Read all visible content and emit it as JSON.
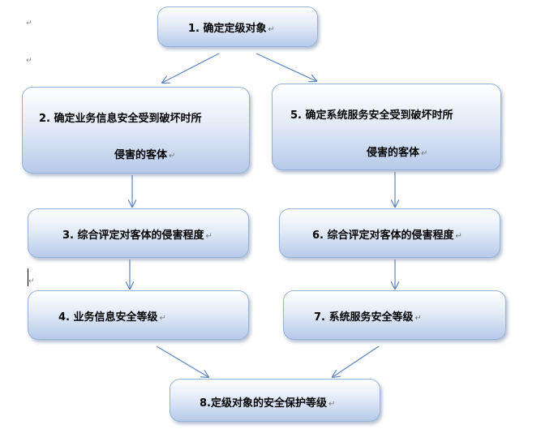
{
  "nodes": {
    "n1": {
      "text": "1.   确定定级对象"
    },
    "n2": {
      "line1": "2.   确定业务信息安全受到破坏时所",
      "line2": "侵害的客体"
    },
    "n5": {
      "line1": "5.   确定系统服务安全受到破坏时所",
      "line2": "侵害的客体"
    },
    "n3": {
      "text": "3.  综合评定对客体的侵害程度"
    },
    "n6": {
      "text": "6.  综合评定对客体的侵害程度"
    },
    "n4": {
      "text": "4.  业务信息安全等级"
    },
    "n7": {
      "text": "7.  系统服务安全等级"
    },
    "n8": {
      "text": "8.定级对象的安全保护等级"
    }
  },
  "paragraph_mark": "↵",
  "colors": {
    "arrow": "#5b84c0",
    "border": "#95b3d7"
  }
}
